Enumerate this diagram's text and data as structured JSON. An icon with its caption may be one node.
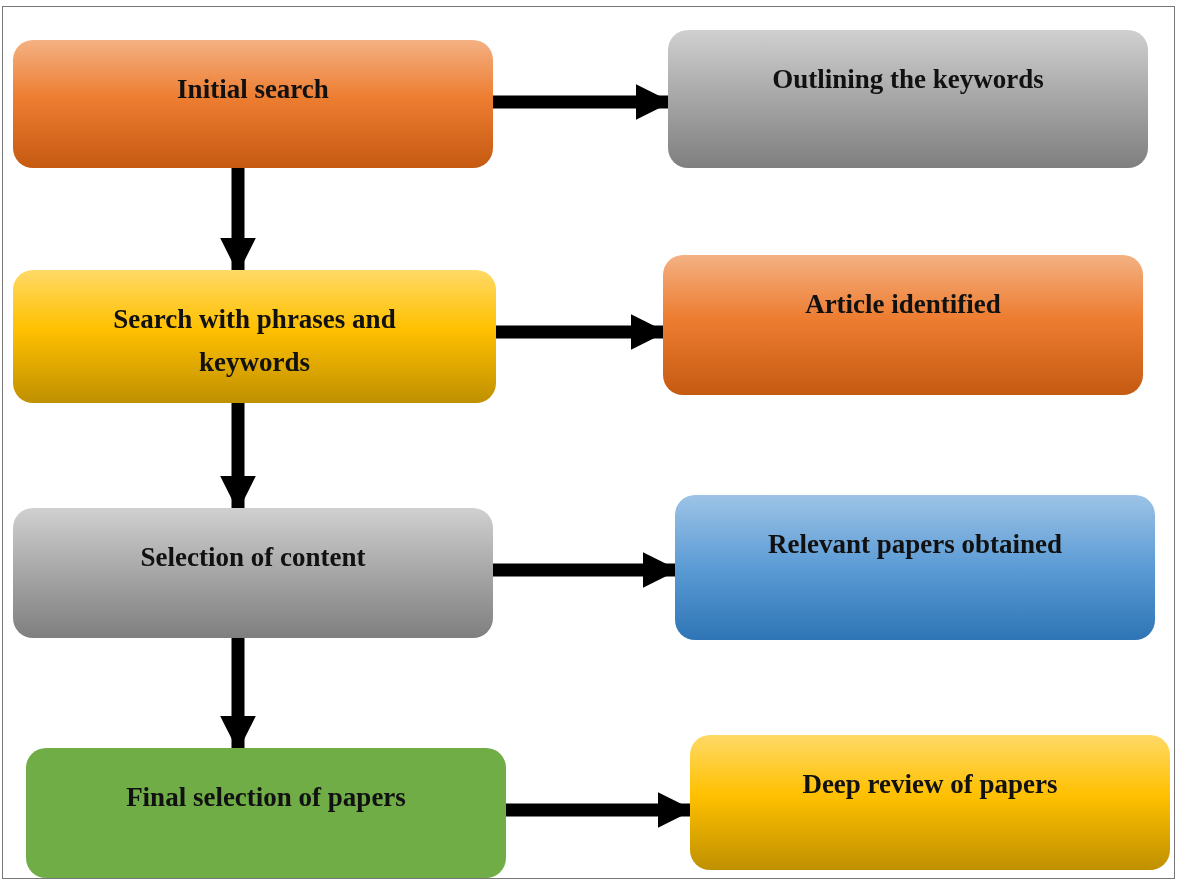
{
  "diagram": {
    "nodes": [
      {
        "text": [
          "Initial search"
        ]
      },
      {
        "text": [
          "Outlining the keywords"
        ]
      },
      {
        "text": [
          "Search with phrases and keywords"
        ]
      },
      {
        "text": [
          "Article identified"
        ]
      },
      {
        "text": [
          "Selection of content"
        ]
      },
      {
        "text": [
          "Relevant papers obtained"
        ]
      },
      {
        "text": [
          "Final selection of papers"
        ]
      },
      {
        "text": [
          "Deep review of papers"
        ]
      }
    ],
    "edges": [
      {
        "from": 0,
        "to": 1,
        "arrow": "to"
      },
      {
        "from": 0,
        "to": 2,
        "arrow": "to"
      },
      {
        "from": 2,
        "to": 3,
        "arrow": "to"
      },
      {
        "from": 2,
        "to": 4,
        "arrow": "to"
      },
      {
        "from": 4,
        "to": 5,
        "arrow": "to"
      },
      {
        "from": 4,
        "to": 6,
        "arrow": "to"
      },
      {
        "from": 6,
        "to": 7,
        "arrow": "to"
      }
    ]
  }
}
